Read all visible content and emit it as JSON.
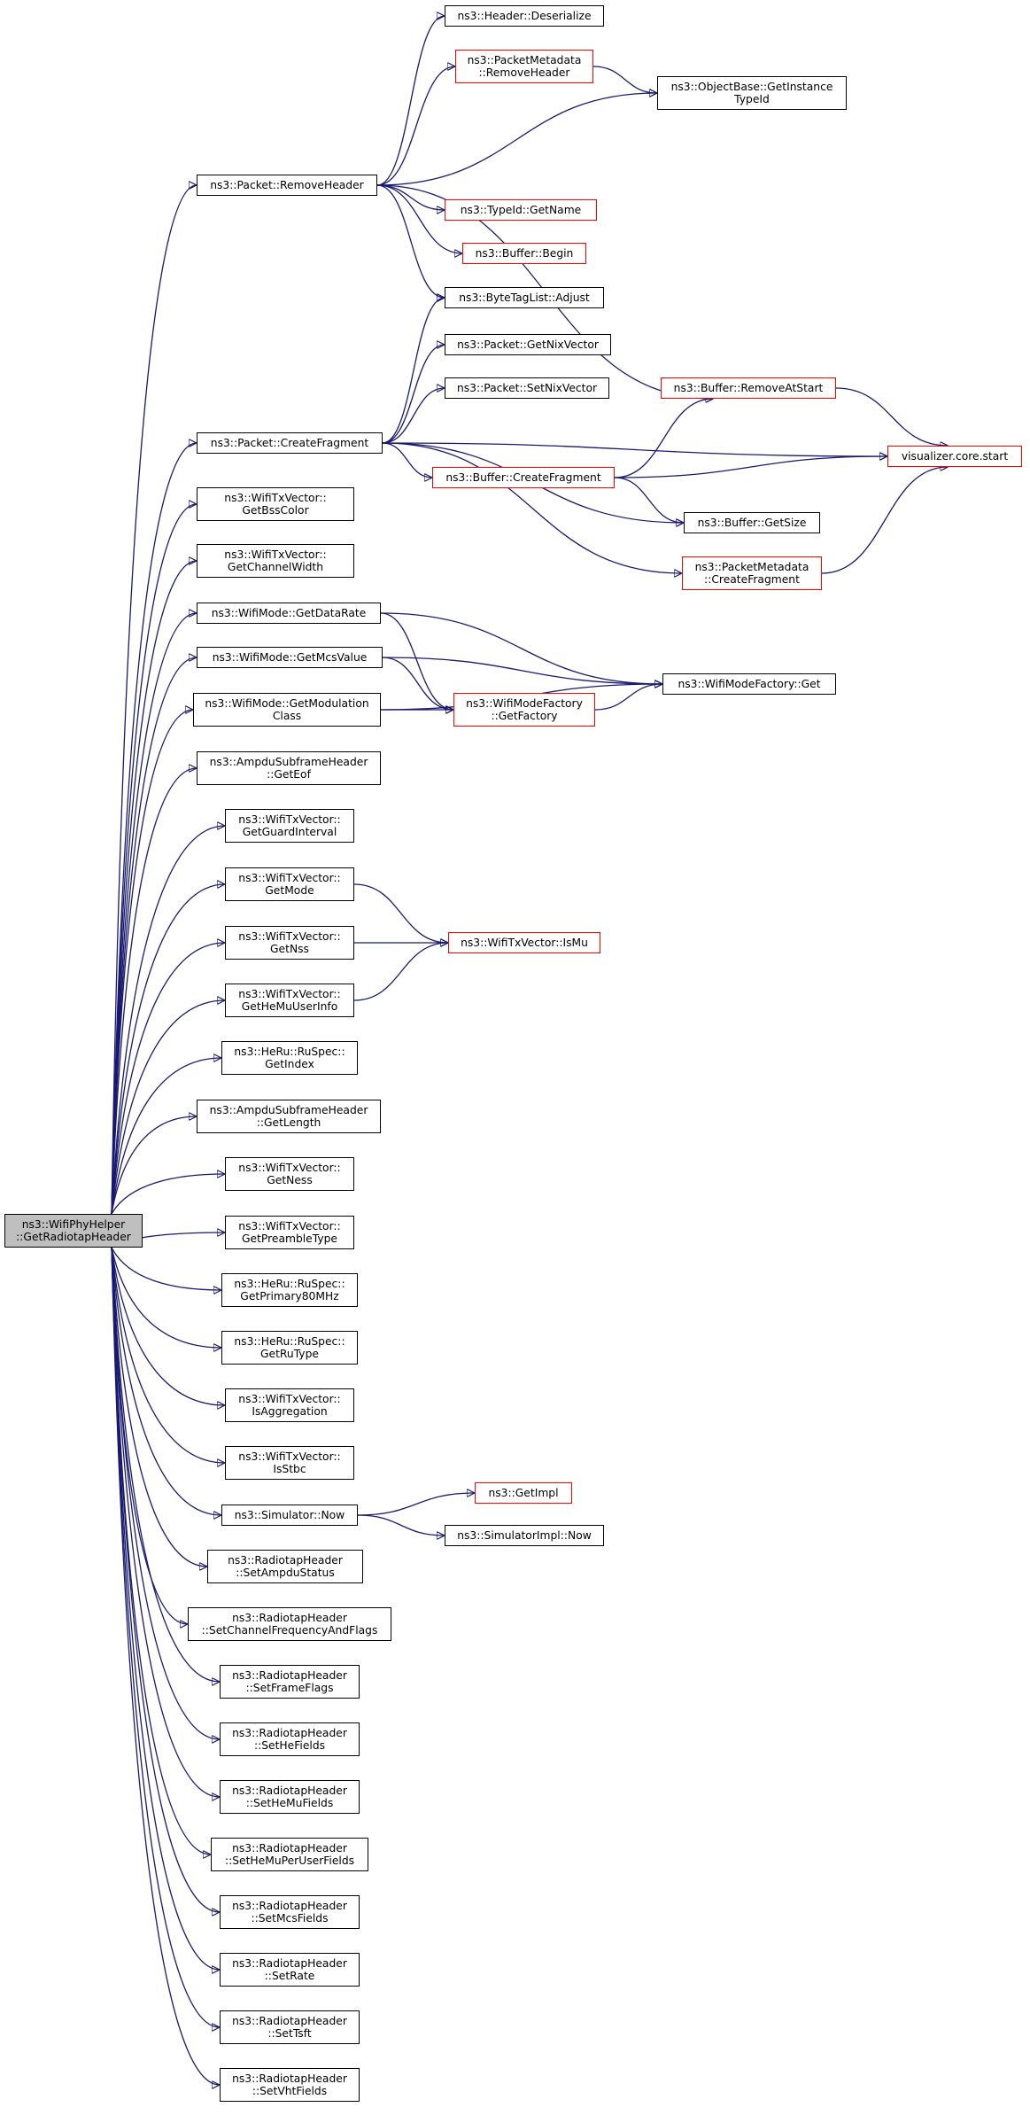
{
  "colors": {
    "edge": "#191970",
    "node_border": "#000000",
    "truncated_border": "#ff0000",
    "root_fill": "#bfbfbf",
    "background": "#ffffff"
  },
  "nodes": {
    "root": [
      "ns3::WifiPhyHelper",
      "::GetRadiotapHeader"
    ],
    "deserialize": [
      "ns3::Header::Deserialize"
    ],
    "pm_remove": [
      "ns3::PacketMetadata",
      "::RemoveHeader"
    ],
    "objbase": [
      "ns3::ObjectBase::GetInstance",
      "TypeId"
    ],
    "pkt_remove": [
      "ns3::Packet::RemoveHeader"
    ],
    "typeid_name": [
      "ns3::TypeId::GetName"
    ],
    "buf_begin": [
      "ns3::Buffer::Begin"
    ],
    "btl_adjust": [
      "ns3::ByteTagList::Adjust"
    ],
    "get_nix": [
      "ns3::Packet::GetNixVector"
    ],
    "set_nix": [
      "ns3::Packet::SetNixVector"
    ],
    "buf_remove": [
      "ns3::Buffer::RemoveAtStart"
    ],
    "pkt_frag": [
      "ns3::Packet::CreateFragment"
    ],
    "buf_frag": [
      "ns3::Buffer::CreateFragment"
    ],
    "vis_start": [
      "visualizer.core.start"
    ],
    "buf_size": [
      "ns3::Buffer::GetSize"
    ],
    "pm_frag": [
      "ns3::PacketMetadata",
      "::CreateFragment"
    ],
    "bss": [
      "ns3::WifiTxVector::",
      "GetBssColor"
    ],
    "chw": [
      "ns3::WifiTxVector::",
      "GetChannelWidth"
    ],
    "datarate": [
      "ns3::WifiMode::GetDataRate"
    ],
    "mcs": [
      "ns3::WifiMode::GetMcsValue"
    ],
    "wmf_get": [
      "ns3::WifiModeFactory::Get"
    ],
    "modclass": [
      "ns3::WifiMode::GetModulation",
      "Class"
    ],
    "wmf_factory": [
      "ns3::WifiModeFactory",
      "::GetFactory"
    ],
    "eof": [
      "ns3::AmpduSubframeHeader",
      "::GetEof"
    ],
    "gi": [
      "ns3::WifiTxVector::",
      "GetGuardInterval"
    ],
    "getmode": [
      "ns3::WifiTxVector::",
      "GetMode"
    ],
    "getnss": [
      "ns3::WifiTxVector::",
      "GetNss"
    ],
    "ismu": [
      "ns3::WifiTxVector::IsMu"
    ],
    "hemu": [
      "ns3::WifiTxVector::",
      "GetHeMuUserInfo"
    ],
    "ru_index": [
      "ns3::HeRu::RuSpec::",
      "GetIndex"
    ],
    "length": [
      "ns3::AmpduSubframeHeader",
      "::GetLength"
    ],
    "ness": [
      "ns3::WifiTxVector::",
      "GetNess"
    ],
    "preamble": [
      "ns3::WifiTxVector::",
      "GetPreambleType"
    ],
    "primary": [
      "ns3::HeRu::RuSpec::",
      "GetPrimary80MHz"
    ],
    "rutype": [
      "ns3::HeRu::RuSpec::",
      "GetRuType"
    ],
    "isagg": [
      "ns3::WifiTxVector::",
      "IsAggregation"
    ],
    "isstbc": [
      "ns3::WifiTxVector::",
      "IsStbc"
    ],
    "sim_now": [
      "ns3::Simulator::Now"
    ],
    "getimpl": [
      "ns3::GetImpl"
    ],
    "simimpl_now": [
      "ns3::SimulatorImpl::Now"
    ],
    "ampdu_status": [
      "ns3::RadiotapHeader",
      "::SetAmpduStatus"
    ],
    "chan_freq": [
      "ns3::RadiotapHeader",
      "::SetChannelFrequencyAndFlags"
    ],
    "frame_flags": [
      "ns3::RadiotapHeader",
      "::SetFrameFlags"
    ],
    "he_fields": [
      "ns3::RadiotapHeader",
      "::SetHeFields"
    ],
    "hemu_fields": [
      "ns3::RadiotapHeader",
      "::SetHeMuFields"
    ],
    "hemu_user": [
      "ns3::RadiotapHeader",
      "::SetHeMuPerUserFields"
    ],
    "mcs_fields": [
      "ns3::RadiotapHeader",
      "::SetMcsFields"
    ],
    "set_rate": [
      "ns3::RadiotapHeader",
      "::SetRate"
    ],
    "set_tsft": [
      "ns3::RadiotapHeader",
      "::SetTsft"
    ],
    "vht_fields": [
      "ns3::RadiotapHeader",
      "::SetVhtFields"
    ]
  },
  "edges": [
    [
      "root",
      "pkt_remove"
    ],
    [
      "root",
      "pkt_frag"
    ],
    [
      "root",
      "bss"
    ],
    [
      "root",
      "chw"
    ],
    [
      "root",
      "datarate"
    ],
    [
      "root",
      "mcs"
    ],
    [
      "root",
      "modclass"
    ],
    [
      "root",
      "eof"
    ],
    [
      "root",
      "gi"
    ],
    [
      "root",
      "getmode"
    ],
    [
      "root",
      "getnss"
    ],
    [
      "root",
      "hemu"
    ],
    [
      "root",
      "ru_index"
    ],
    [
      "root",
      "length"
    ],
    [
      "root",
      "ness"
    ],
    [
      "root",
      "preamble"
    ],
    [
      "root",
      "primary"
    ],
    [
      "root",
      "rutype"
    ],
    [
      "root",
      "isagg"
    ],
    [
      "root",
      "isstbc"
    ],
    [
      "root",
      "sim_now"
    ],
    [
      "root",
      "ampdu_status"
    ],
    [
      "root",
      "chan_freq"
    ],
    [
      "root",
      "frame_flags"
    ],
    [
      "root",
      "he_fields"
    ],
    [
      "root",
      "hemu_fields"
    ],
    [
      "root",
      "hemu_user"
    ],
    [
      "root",
      "mcs_fields"
    ],
    [
      "root",
      "set_rate"
    ],
    [
      "root",
      "set_tsft"
    ],
    [
      "root",
      "vht_fields"
    ],
    [
      "pkt_remove",
      "deserialize"
    ],
    [
      "pkt_remove",
      "pm_remove"
    ],
    [
      "pkt_remove",
      "objbase"
    ],
    [
      "pkt_remove",
      "typeid_name"
    ],
    [
      "pkt_remove",
      "buf_begin"
    ],
    [
      "pkt_remove",
      "btl_adjust"
    ],
    [
      "pkt_remove",
      "buf_remove"
    ],
    [
      "pm_remove",
      "objbase"
    ],
    [
      "pkt_frag",
      "btl_adjust"
    ],
    [
      "pkt_frag",
      "get_nix"
    ],
    [
      "pkt_frag",
      "set_nix"
    ],
    [
      "pkt_frag",
      "buf_frag"
    ],
    [
      "pkt_frag",
      "vis_start"
    ],
    [
      "pkt_frag",
      "buf_size"
    ],
    [
      "pkt_frag",
      "pm_frag"
    ],
    [
      "buf_frag",
      "buf_remove"
    ],
    [
      "buf_frag",
      "vis_start"
    ],
    [
      "buf_frag",
      "buf_size"
    ],
    [
      "buf_remove",
      "vis_start"
    ],
    [
      "pm_frag",
      "vis_start"
    ],
    [
      "datarate",
      "wmf_factory"
    ],
    [
      "datarate",
      "wmf_get"
    ],
    [
      "mcs",
      "wmf_factory"
    ],
    [
      "mcs",
      "wmf_get"
    ],
    [
      "modclass",
      "wmf_factory"
    ],
    [
      "modclass",
      "wmf_get"
    ],
    [
      "wmf_factory",
      "wmf_get"
    ],
    [
      "getmode",
      "ismu"
    ],
    [
      "getnss",
      "ismu"
    ],
    [
      "hemu",
      "ismu"
    ],
    [
      "sim_now",
      "getimpl"
    ],
    [
      "sim_now",
      "simimpl_now"
    ]
  ]
}
